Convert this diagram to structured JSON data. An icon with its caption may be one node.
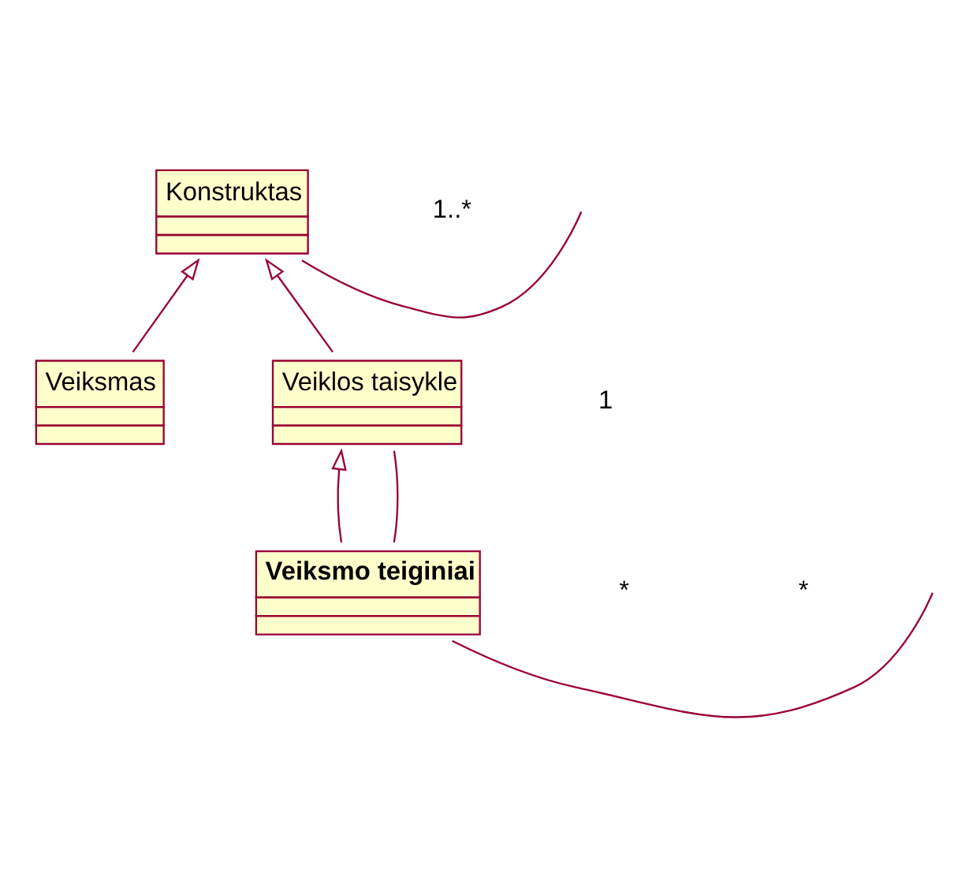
{
  "diagram": {
    "nodes": [
      {
        "text": [
          "Konstruktas"
        ]
      },
      {
        "text": [
          "Veiksmas"
        ]
      },
      {
        "text": [
          "Veiklos taisykle"
        ]
      },
      {
        "text": [
          "Veiksmo teiginiai"
        ]
      }
    ],
    "edges": [
      {
        "from": 2,
        "to": 0,
        "arrow": "to"
      },
      {
        "from": 1,
        "to": 0,
        "arrow": "to"
      },
      {
        "from": 3,
        "to": 2,
        "arrow": "to"
      },
      {
        "from": 2,
        "to": 3,
        "arrow": "none"
      },
      {
        "from": 0,
        "to": null,
        "arrow": "none"
      },
      {
        "from": 3,
        "to": null,
        "arrow": "none"
      }
    ],
    "labels": [
      "1..*",
      "1",
      "*",
      "*"
    ]
  }
}
